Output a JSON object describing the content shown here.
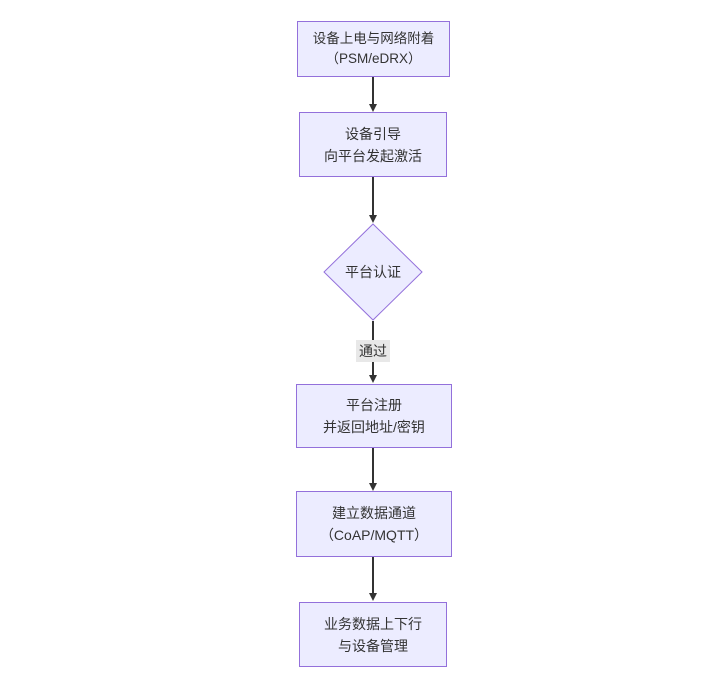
{
  "diagram": {
    "type": "flowchart",
    "direction": "top-down",
    "nodes": [
      {
        "id": "A",
        "shape": "rect",
        "lines": [
          "设备上电与网络附着",
          "（PSM/eDRX）"
        ]
      },
      {
        "id": "B",
        "shape": "rect",
        "lines": [
          "设备引导",
          "向平台发起激活"
        ]
      },
      {
        "id": "C",
        "shape": "diamond",
        "lines": [
          "平台认证"
        ]
      },
      {
        "id": "D",
        "shape": "rect",
        "lines": [
          "平台注册",
          "并返回地址/密钥"
        ]
      },
      {
        "id": "E",
        "shape": "rect",
        "lines": [
          "建立数据通道",
          "（CoAP/MQTT）"
        ]
      },
      {
        "id": "F",
        "shape": "rect",
        "lines": [
          "业务数据上下行",
          "与设备管理"
        ]
      }
    ],
    "edges": [
      {
        "from": "A",
        "to": "B",
        "label": ""
      },
      {
        "from": "B",
        "to": "C",
        "label": ""
      },
      {
        "from": "C",
        "to": "D",
        "label": "通过"
      },
      {
        "from": "D",
        "to": "E",
        "label": ""
      },
      {
        "from": "E",
        "to": "F",
        "label": ""
      }
    ],
    "colors": {
      "node_fill": "#ECECFF",
      "node_border": "#9370DB",
      "arrow": "#333333",
      "text": "#333333",
      "edge_label_bg": "#e8e8e8",
      "background": "#ffffff"
    }
  }
}
